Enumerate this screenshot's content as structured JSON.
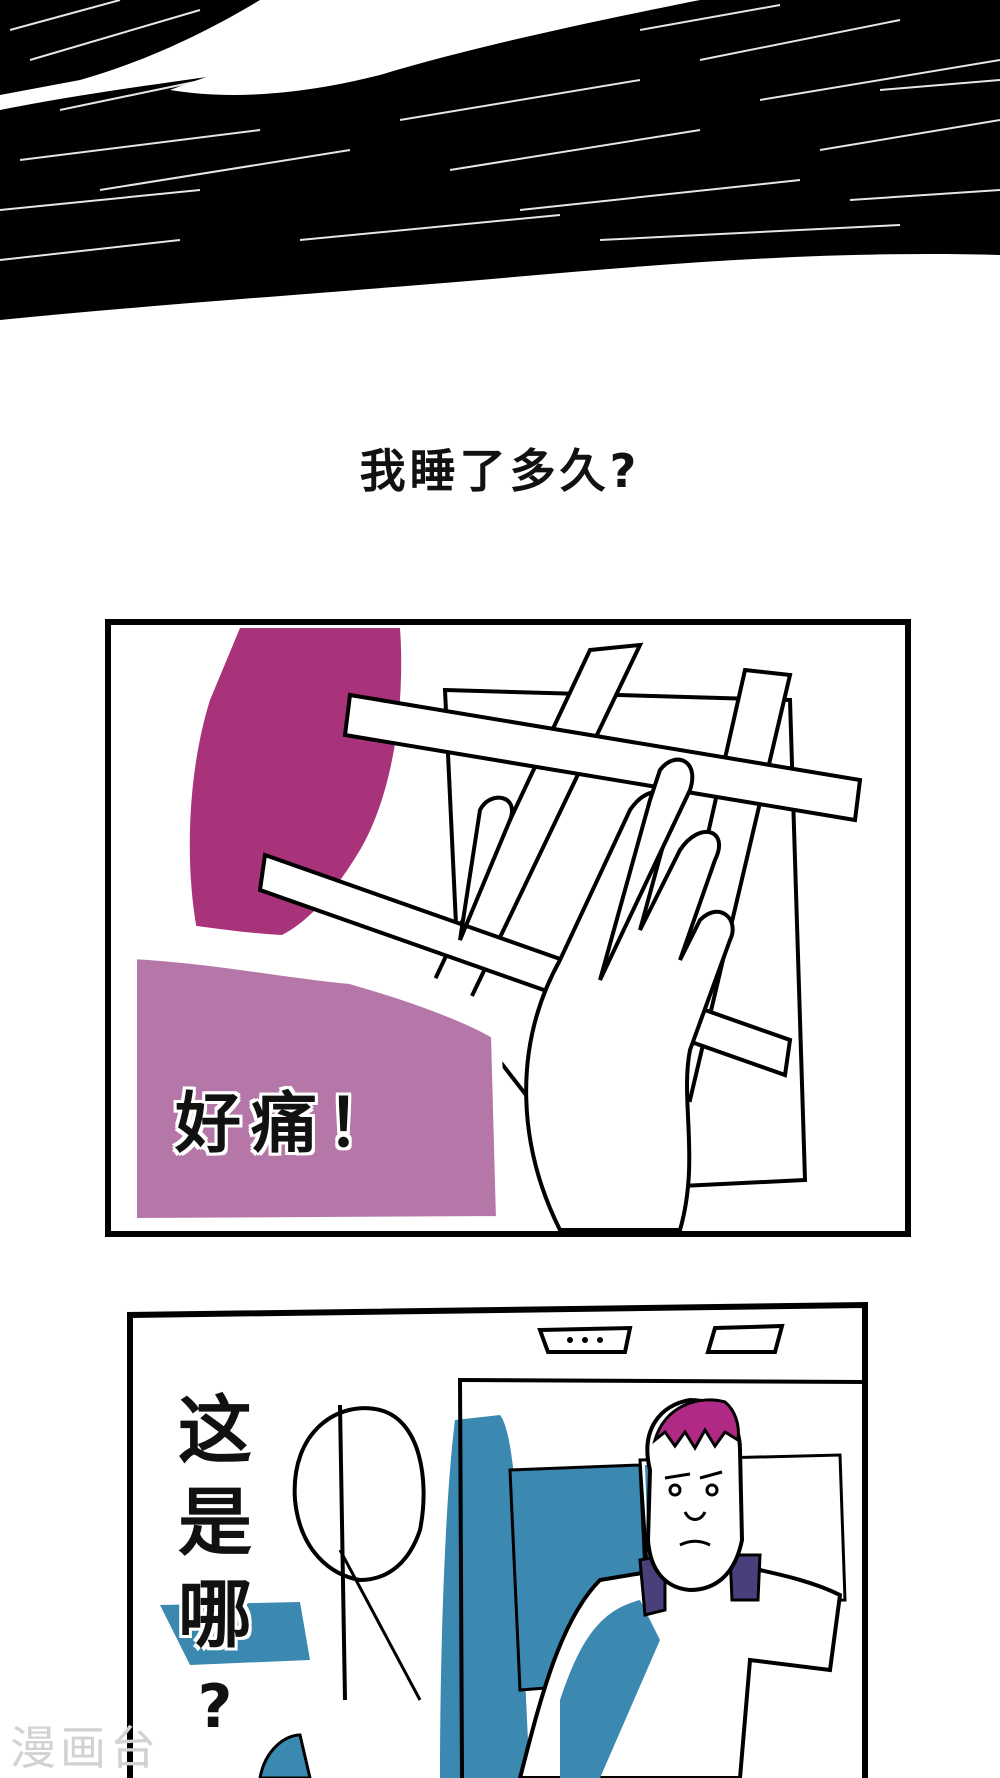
{
  "page": {
    "type": "comic-strip",
    "background": "#ffffff"
  },
  "panel_top": {
    "description": "black speed-line / eye-closing hatching",
    "color": "#000000"
  },
  "caption": {
    "text": "我睡了多久?"
  },
  "panel_hand": {
    "speech": "好痛！",
    "colors": {
      "accent_magenta": "#a8337b",
      "speech_box": "#b577a8",
      "line": "#000000"
    }
  },
  "panel_bed": {
    "speech_line1": "这",
    "speech_line2": "是",
    "speech_line3": "哪",
    "speech_q": "?",
    "colors": {
      "blue": "#3b88b0",
      "hair": "#b02a85",
      "vest": "#4a3f7a",
      "line": "#000000"
    }
  },
  "watermark": {
    "text": "漫画台"
  }
}
